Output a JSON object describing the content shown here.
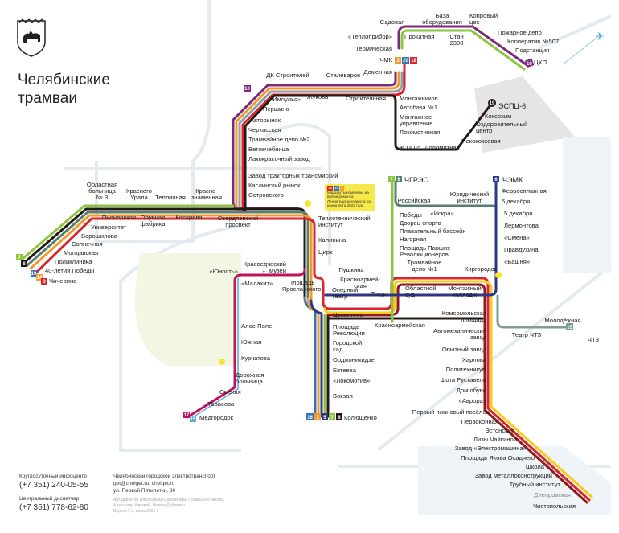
{
  "header": {
    "title_line1": "Челябинские",
    "title_line2": "трамваи"
  },
  "notice": {
    "routes": [
      "18",
      "16",
      "3"
    ],
    "text": "Маршруты изменены на время ремонта Ленинградского моста до конца лета 2022 года"
  },
  "footer": {
    "info_label": "Круглосуточный инфоцентр",
    "info_phone": "(+7 351) 240-05-55",
    "dispatcher_label": "Центральный диспетчер",
    "dispatcher_phone": "(+7 351) 778-62-80",
    "org": "Челябинский городской электротранспорт",
    "contacts": "get@chelget.ru, chelget.ru",
    "address": "ул. Первой Пятилетки, 30",
    "credits_1": "Арт-директор Илья Бирман, дизайнеры Полина Лесникова,",
    "credits_2": "Александр Каравай, Никита Дубровин",
    "credits_3": "Версия 2.3, июнь 2021 г."
  },
  "colors": {
    "red": "#d8262c",
    "orange": "#f29a2e",
    "black": "#231815",
    "green": "#8cc63f",
    "purple": "#7d2a7e",
    "blue": "#2c3789",
    "gray": "#7f9c96",
    "yellow": "#f6cd1b",
    "darkred": "#8e1b1b",
    "magenta": "#c0155d",
    "lightblue": "#63a9d6"
  },
  "badges": {
    "chmk": [
      "3",
      "20",
      "18"
    ],
    "r10": "10",
    "chgres": [
      "7",
      "6"
    ],
    "chemk": "6",
    "tsxp": "10",
    "espc6": "19",
    "kolyuschenko": [
      "16",
      "3",
      "5",
      "7",
      "8"
    ],
    "chicherina": [
      "7",
      "8",
      "19",
      "14",
      "3"
    ],
    "chtz": [
      "15"
    ],
    "medgorodok": [
      "17",
      "15"
    ]
  },
  "stations": {
    "sadovaya": "Садовая",
    "baza": [
      "База",
      "оборудования"
    ],
    "koprovy": [
      "Копровый",
      "цех"
    ],
    "pozharnoe": "Пожарное депо",
    "kooperativ": "Кооператив №507",
    "podstanciya": "Подстанция",
    "tshp": "ЦХП",
    "prokatnaya": "Прокатная",
    "stan": [
      "Стан",
      "2300"
    ],
    "teplopribor": "«Теплоприбор»",
    "termicheskaya": "Термическая",
    "chmk": "ЧМК",
    "domennaya": "Доменная",
    "stalevarov": "Сталеваров",
    "dk": "ДК Строителей",
    "zhukova": "Жукова",
    "stroitelnaya": "Строительная",
    "impuls": "«Импульс»",
    "pershino": "Першино",
    "avtorynok": "Авторынок",
    "cherkasskaya": "Черкасская",
    "depo2": "Трамвайное депо №2",
    "vetlech": "Ветлечебница",
    "lakokras": "Лакокрасочный завод",
    "zavod_tt": "Завод тракторных трансмиссий",
    "kaslinsky": "Каслинский рынок",
    "ostrovskogo": "Островского",
    "teplotech": [
      "Теплотехнический",
      "институт"
    ],
    "kalinina": "Калинина",
    "cirk": "Цирк",
    "montazhnikov": "Монтажников",
    "avtobaza": "Автобаза №1",
    "montazh_upr": [
      "Монтажное",
      "управление"
    ],
    "lokomotivnaya": "Локомотивная",
    "espc5": "ЭСПЦ-5",
    "dolomitnaya": "Доломитная",
    "pekokoks": "Пекококсовая",
    "espc6": "ЭСПЦ-6",
    "koksohim": "Коксохим",
    "ozdor": [
      "Оздоровительный",
      "центр"
    ],
    "chgres": "ЧГРЭС",
    "rossiyskaya": "Российская",
    "yurid": [
      "Юридический",
      "институт"
    ],
    "pobedy": "Победы",
    "iskra": "«Искра»",
    "dvorec": "Дворец спорта",
    "plavat": "Плавательный бассейн",
    "nagornaya": "Нагорная",
    "ppr": [
      "Площадь Павших",
      "Революционеров"
    ],
    "depo1": [
      "Трамвайное",
      "депо №1"
    ],
    "kirgorodok": "Киргородок",
    "pushkina": "Пушкина",
    "chemk": "ЧЭМК",
    "ferrosplav": "Ферросплавная",
    "dek5a": "5 декабря",
    "dek5b": "5 декабря",
    "lermontova": "Лермонтова",
    "smena": "«Смена»",
    "pravduhina": "Правдухина",
    "bashnya": "«Башня»",
    "krasnoarm_v": [
      "Красноармей-",
      "ская"
    ],
    "operny": [
      "Оперный",
      "театр"
    ],
    "truda": "↑Труда",
    "obl_sud": [
      "Областной",
      "суд"
    ],
    "montazh_koll": [
      "Монтажный",
      "колледж"
    ],
    "komsomol": [
      "Комсомольская",
      "площадь"
    ],
    "avtomeh": [
      "Автомеханический",
      "завод"
    ],
    "opytny": "Опытный завод",
    "harlova": "Харлова",
    "politeh": "Политехникум",
    "shota": "Шота Руставели",
    "dom_obuvi": "Дом обуви",
    "avrora": "«Аврора»",
    "pervy_plan": "Первый плановый посёлок",
    "pervokonnaya": "Первоконная",
    "estonskaya": "Эстонская",
    "lizy": "Лизы Чайкиной",
    "elektromash": "Завод «Электромашина»",
    "osadchego": "Площадь Якова Осадчего",
    "shkola": "Школа",
    "metallokon": "Завод металлоконструкций",
    "trubny": "Трубный институт",
    "dneprovskaya": "Днепровская",
    "chistopolskaya": "Чистопольская",
    "molodezhnaya": "Молодёжная",
    "teatr_chtz": "Театр ЧТЗ",
    "chtz": "ЧТЗ",
    "krasnoarm_h": "Красноармейская",
    "cvillinga": "Цвиллинга",
    "pl_rev": [
      "Площадь",
      "Революции"
    ],
    "gor_sad": [
      "Городской",
      "сад"
    ],
    "ordzhonikidze": "Орджоникидзе",
    "evteeva": "Евтеева",
    "lokomotiv": "«Локомотив»",
    "vokzal": "Вокзал",
    "kolyuschenko": "Колющенко",
    "pl_yarosl": [
      "Площадь",
      "Ярославского"
    ],
    "kraeved": [
      "Краеведческий",
      "← музей"
    ],
    "yunost": "«Юность»",
    "malahit": "«Малахит»",
    "aloe": "Алое Поле",
    "yuzhnaya": "Южная",
    "kurchatova": "Курчатова",
    "dor_boln": [
      "Дорожная",
      "больница"
    ],
    "omskaya": "Омская",
    "tarasova": "Тарасова",
    "medgorodok": "Медгородок",
    "obl_boln": [
      "Областная",
      "больница",
      "№ 3"
    ],
    "kr_urala": [
      "Красного",
      "Урала"
    ],
    "teplichnaya": "Тепличная",
    "krasnoznam": [
      "Красно-",
      "знаменная"
    ],
    "pionerskaya": "Пионерская",
    "obuvnaya": [
      "Обувная",
      "фабрика"
    ],
    "kosareva": "Косарева",
    "sverdl": [
      "Свердловский",
      "проспект"
    ],
    "universitet": "Университет",
    "voroshilova": "Ворошилова",
    "solnechnaya": "Солнечная",
    "moldavskaya": "Молдавская",
    "poliklinika": "Поликлиника",
    "let40": "40-летия Победы",
    "chicherina": "Чичерина"
  }
}
